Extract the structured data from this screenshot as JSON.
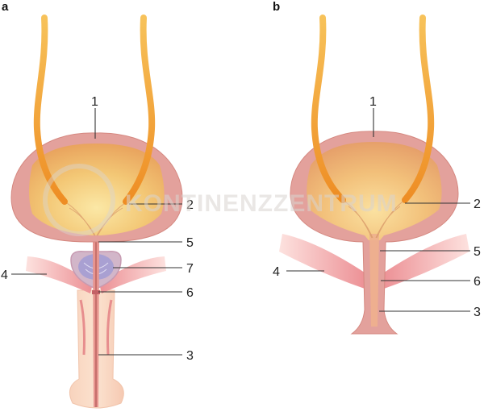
{
  "panels": [
    {
      "letter": "a",
      "labels": {
        "n1": "1",
        "n2": "2",
        "n3": "3",
        "n4": "4",
        "n5": "5",
        "n6": "6",
        "n7": "7"
      }
    },
    {
      "letter": "b",
      "labels": {
        "n1": "1",
        "n2": "2",
        "n3": "3",
        "n4": "4",
        "n5": "5",
        "n6": "6"
      }
    }
  ],
  "watermark": "KONTINENZZENTRUM",
  "colors": {
    "ureter": "#f0a030",
    "bladder_wall": "#e19a94",
    "bladder_inner": "#f3b866",
    "urethra": "#e8a598",
    "muscle": "#f0b4b0",
    "prostate": "#b9a8c8"
  }
}
